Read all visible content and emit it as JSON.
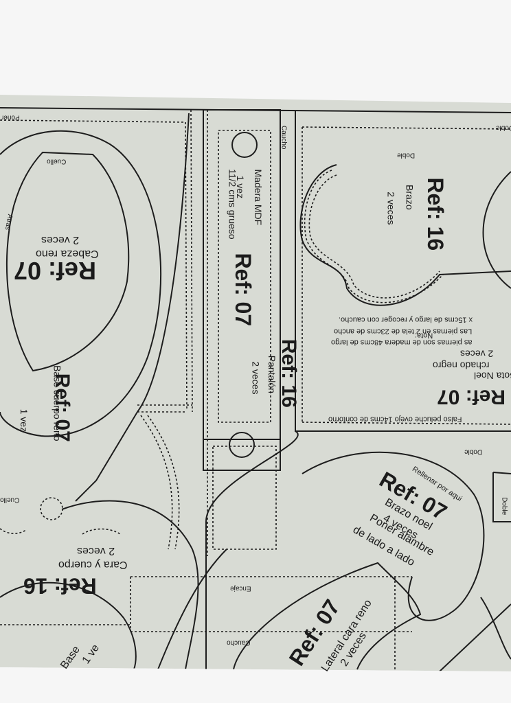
{
  "pieces": {
    "left_head": {
      "ref": "Ref: 07",
      "name": "Cabeza reno",
      "qty": "2 veces",
      "neck": "Cuello",
      "back": "Atras"
    },
    "left_base": {
      "ref": "Ref: 07",
      "name": "Base cuerpo reno",
      "qty": "1 vez",
      "neck": "Cuello"
    },
    "board": {
      "ref": "Ref: 07",
      "material": "Madera MDF",
      "qty": "1 vez",
      "thickness": "11/2 cms grueso",
      "top": "Caucho"
    },
    "pants": {
      "ref": "Ref: 16",
      "name": "Pantalón",
      "qty": "2 veces"
    },
    "arm_top": {
      "ref": "Ref: 16",
      "name": "Brazo",
      "qty": "2 veces",
      "fold": "Doble",
      "edge_fold": "Doble"
    },
    "boot": {
      "ref": "Ref: 07",
      "name": "Bota Noel",
      "material": "rchado negro",
      "qty": "2 veces",
      "note_title": "Nota:",
      "note_lines": [
        "as piernas son de madera 48cms de largo",
        "Las piernas en 2 tela de 23cms de ancho",
        "x 15cms de largo y recoger con caucho."
      ],
      "trim": "Falso peluche ovejo 14cms de contorno"
    },
    "arm_noel": {
      "ref": "Ref: 07",
      "name": "Brazo noel",
      "qty": "4 veces",
      "line1": "Poner alambre",
      "line2": "de lado a lado",
      "fill": "Rellenar por aqui",
      "fold": "Doble",
      "fold2": "Doble"
    },
    "face": {
      "ref": "Ref: 16",
      "name": "Cara y cuerpo",
      "qty": "2 veces",
      "lace": "Encaje",
      "elastic": "Caucho",
      "base": "Base",
      "base_qty": "1 ve"
    },
    "side_face": {
      "ref": "Ref: 07",
      "name": "Lateral cara reno",
      "qty": "2 veces"
    },
    "corner": "Poner"
  }
}
